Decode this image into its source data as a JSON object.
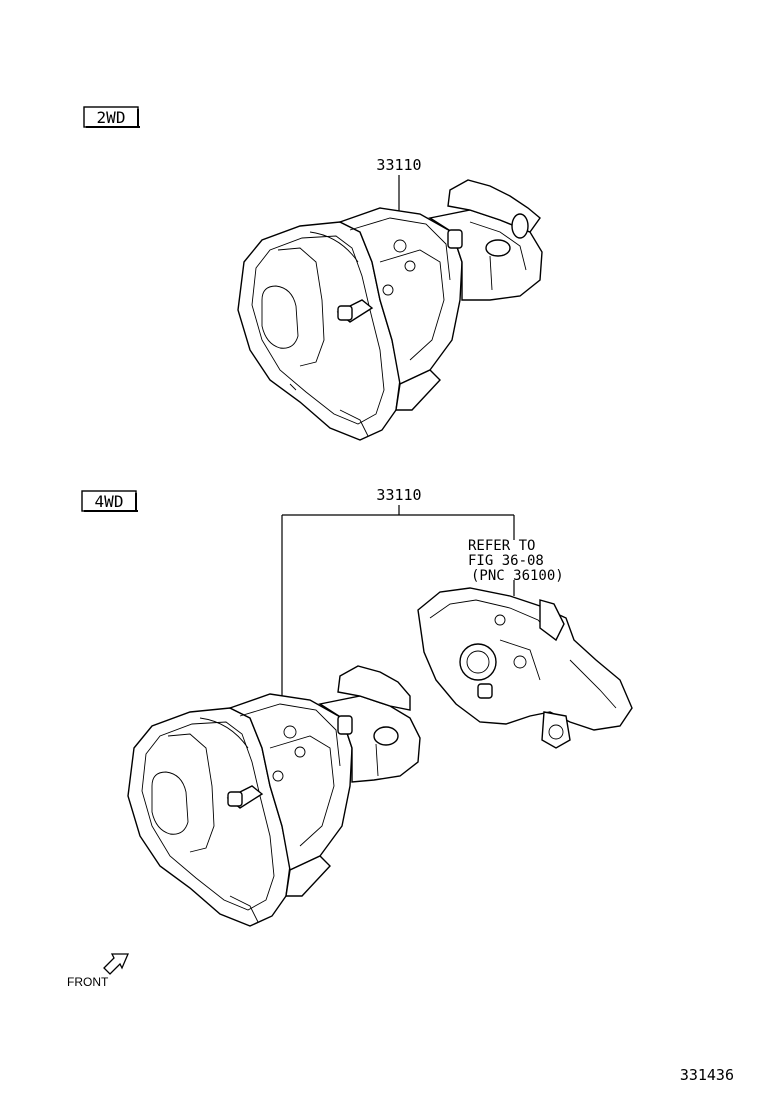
{
  "section_2wd": {
    "label": "2WD"
  },
  "section_4wd": {
    "label": "4WD"
  },
  "part_2wd": {
    "number": "33110"
  },
  "part_4wd": {
    "number": "33110"
  },
  "reference": {
    "line1": "REFER TO",
    "line2": "FIG 36-08",
    "line3": "(PNC 36100)"
  },
  "front_indicator": {
    "label": "FRONT"
  },
  "figure_number": "331436"
}
